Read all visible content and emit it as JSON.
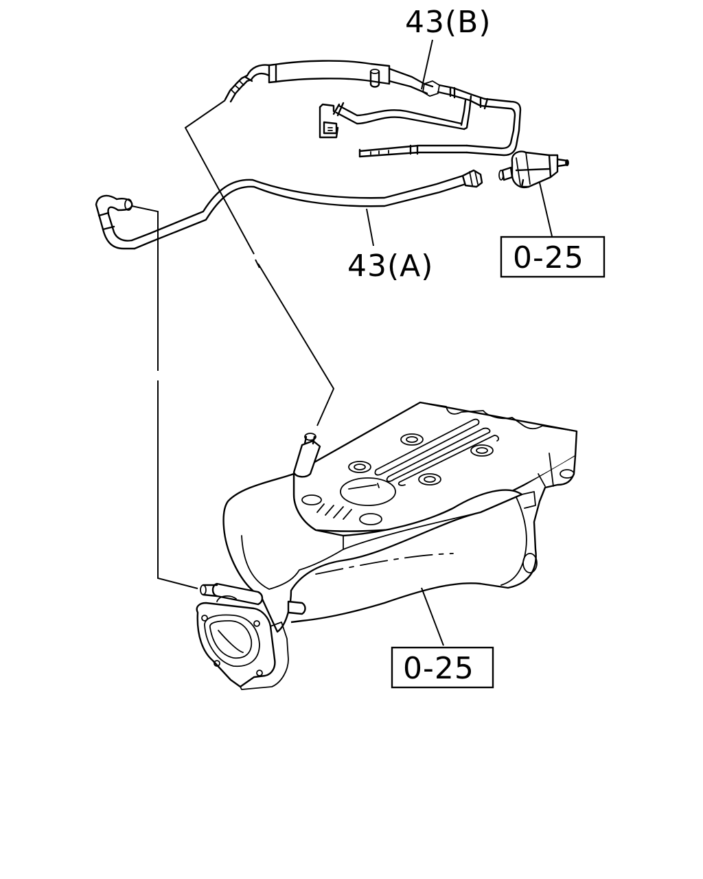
{
  "callouts": {
    "hose_b": "43(B)",
    "hose_a": "43(A)",
    "ref_valve": "0-25",
    "ref_manifold": "0-25"
  }
}
